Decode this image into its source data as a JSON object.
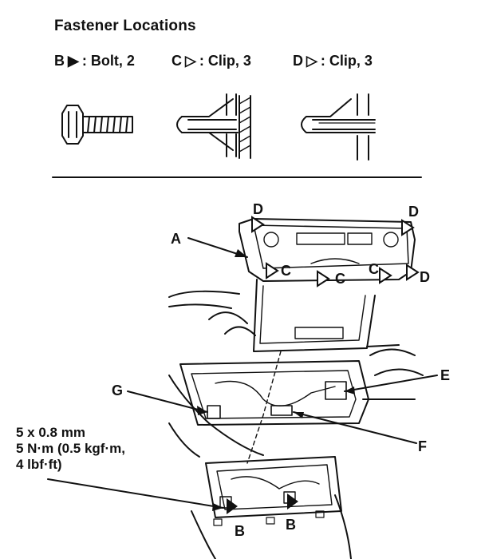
{
  "header": {
    "title": "Fastener Locations"
  },
  "legend": [
    {
      "letter": "B",
      "glyph": "▶",
      "text": ": Bolt, 2"
    },
    {
      "letter": "C",
      "glyph": "▷",
      "text": ": Clip, 3"
    },
    {
      "letter": "D",
      "glyph": "▷",
      "text": ": Clip, 3"
    }
  ],
  "callouts": {
    "A": "A",
    "B": "B",
    "C": "C",
    "D": "D",
    "E": "E",
    "F": "F",
    "G": "G"
  },
  "torque_spec": {
    "line1": "5 x 0.8 mm",
    "line2": "5 N·m (0.5 kgf·m,",
    "line3": "4 lbf·ft)"
  }
}
